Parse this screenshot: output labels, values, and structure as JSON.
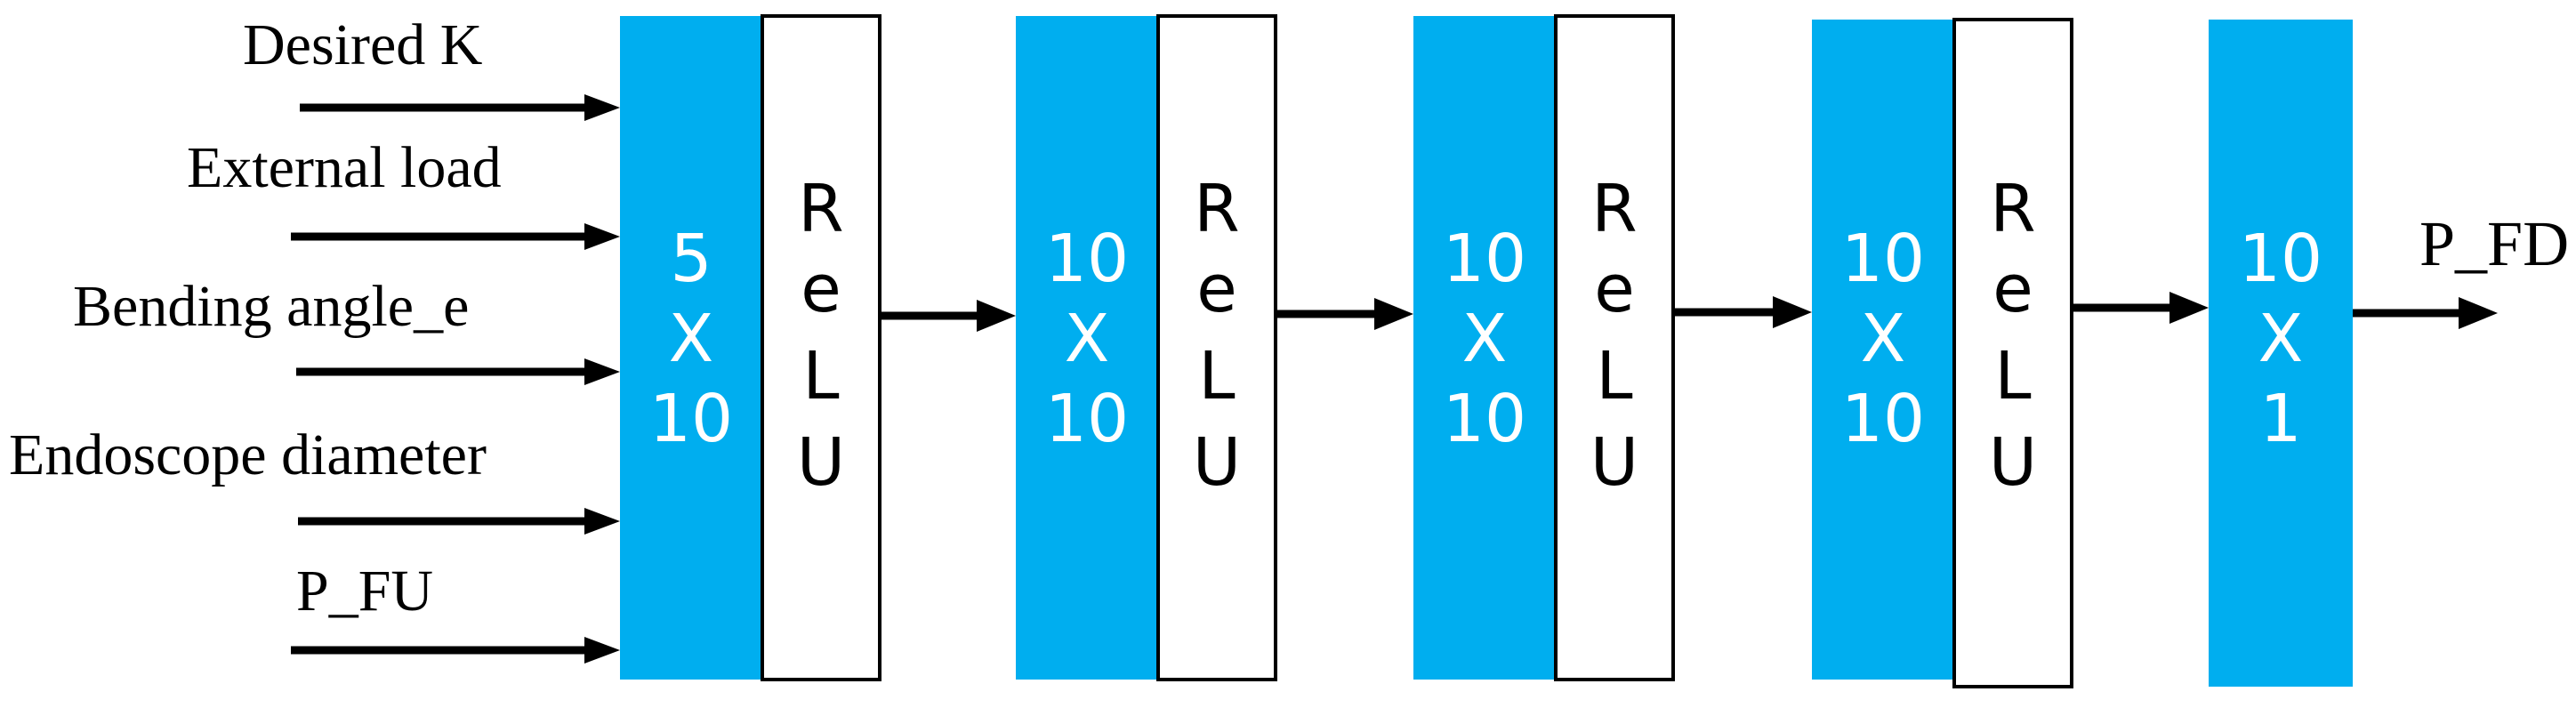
{
  "colors": {
    "layer_fill": "#00AEEF",
    "layer_text": "#FFFFFF",
    "relu_fill": "#FFFFFF",
    "relu_stroke": "#000000",
    "arrow": "#000000",
    "label_text": "#000000"
  },
  "inputs": [
    {
      "label": "Desired K"
    },
    {
      "label": "External load"
    },
    {
      "label": "Bending angle_e"
    },
    {
      "label": "Endoscope diameter"
    },
    {
      "label": "P_FU"
    }
  ],
  "layers": [
    {
      "lines": [
        "5",
        "X",
        "10"
      ],
      "relu": [
        "R",
        "e",
        "L",
        "U"
      ]
    },
    {
      "lines": [
        "10",
        "X",
        "10"
      ],
      "relu": [
        "R",
        "e",
        "L",
        "U"
      ]
    },
    {
      "lines": [
        "10",
        "X",
        "10"
      ],
      "relu": [
        "R",
        "e",
        "L",
        "U"
      ]
    },
    {
      "lines": [
        "10",
        "X",
        "10"
      ],
      "relu": [
        "R",
        "e",
        "L",
        "U"
      ]
    },
    {
      "lines": [
        "10",
        "X",
        "1"
      ],
      "relu": null
    }
  ],
  "output": {
    "label": "P_FD"
  }
}
